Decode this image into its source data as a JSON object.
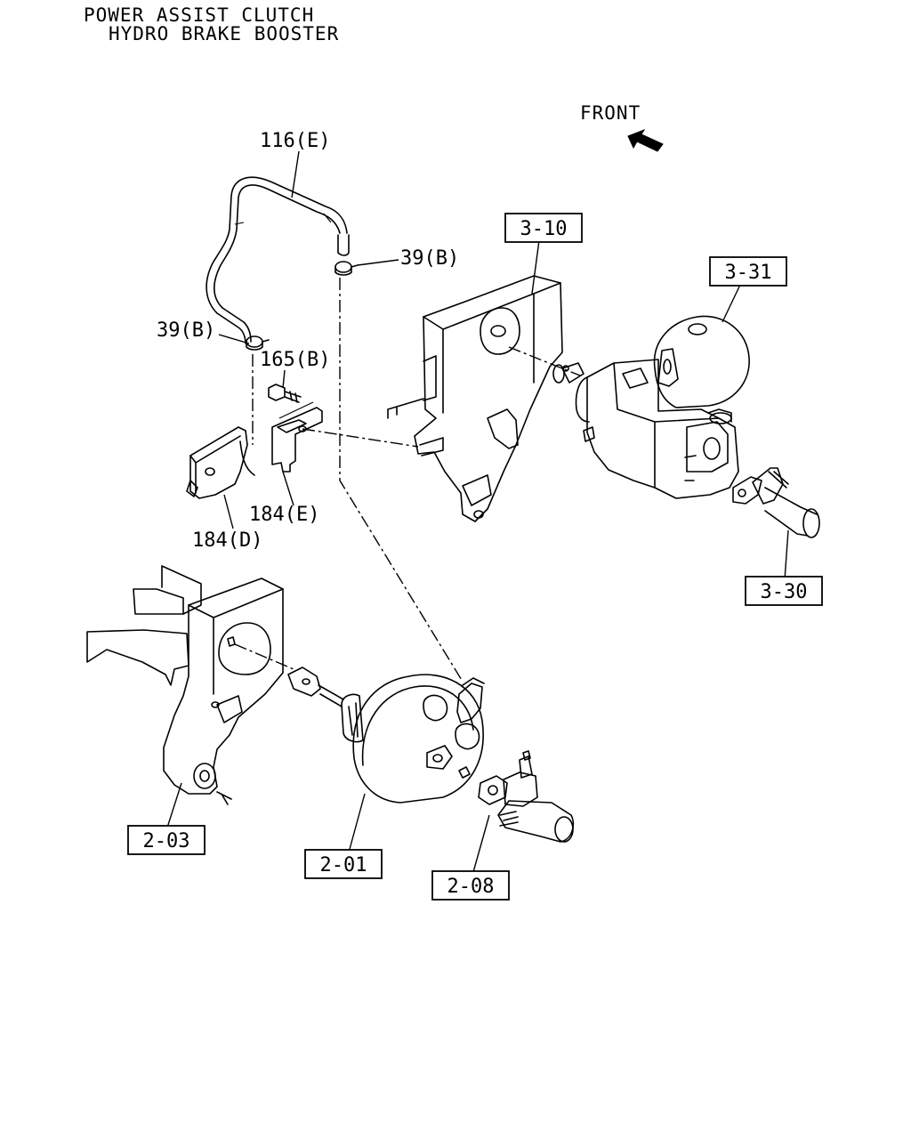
{
  "title": {
    "line1": "POWER ASSIST CLUTCH",
    "line2": "HYDRO BRAKE BOOSTER"
  },
  "front": {
    "label": "FRONT",
    "icon": "arrow-icon"
  },
  "callouts": {
    "hose": "116(E)",
    "clip_right": "39(B)",
    "clip_left": "39(B)",
    "bolt": "165(B)",
    "bracket_e": "184(E)",
    "bracket_d": "184(D)"
  },
  "refs": {
    "pedal_bracket_upper": "3-10",
    "hydro_booster": "3-31",
    "clutch_cylinder": "3-30",
    "pedal_bracket_lower": "2-03",
    "brake_booster": "2-01",
    "master_cylinder": "2-08"
  }
}
